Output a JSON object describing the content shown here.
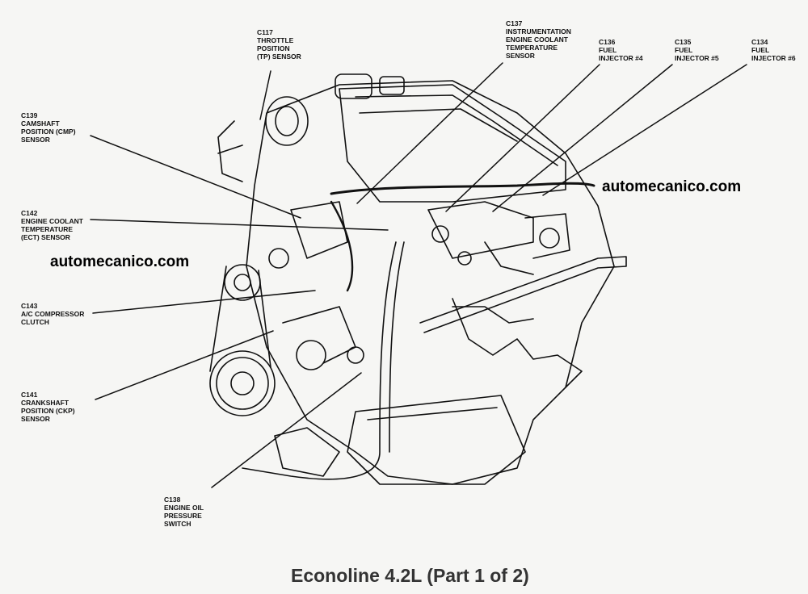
{
  "callouts": {
    "c117": {
      "code": "C117",
      "lines": [
        "THROTTLE",
        "POSITION",
        "(TP) SENSOR"
      ]
    },
    "c137": {
      "code": "C137",
      "lines": [
        "INSTRUMENTATION",
        "ENGINE COOLANT",
        "TEMPERATURE",
        "SENSOR"
      ]
    },
    "c136": {
      "code": "C136",
      "lines": [
        "FUEL",
        "INJECTOR #4"
      ]
    },
    "c135": {
      "code": "C135",
      "lines": [
        "FUEL",
        "INJECTOR #5"
      ]
    },
    "c134": {
      "code": "C134",
      "lines": [
        "FUEL",
        "INJECTOR #6"
      ]
    },
    "c139": {
      "code": "C139",
      "lines": [
        "CAMSHAFT",
        "POSITION (CMP)",
        "SENSOR"
      ]
    },
    "c142": {
      "code": "C142",
      "lines": [
        "ENGINE COOLANT",
        "TEMPERATURE",
        "(ECT) SENSOR"
      ]
    },
    "c143": {
      "code": "C143",
      "lines": [
        "A/C COMPRESSOR",
        "CLUTCH"
      ]
    },
    "c141": {
      "code": "C141",
      "lines": [
        "CRANKSHAFT",
        "POSITION (CKP)",
        "SENSOR"
      ]
    },
    "c138": {
      "code": "C138",
      "lines": [
        "ENGINE OIL",
        "PRESSURE",
        "SWITCH"
      ]
    }
  },
  "watermarks": {
    "right": "automecanico.com",
    "left": "automecanico.com"
  },
  "caption": "Econoline 4.2L (Part 1 of 2)",
  "colors": {
    "ink": "#111111",
    "paper": "#f6f6f4",
    "caption": "#333333"
  }
}
